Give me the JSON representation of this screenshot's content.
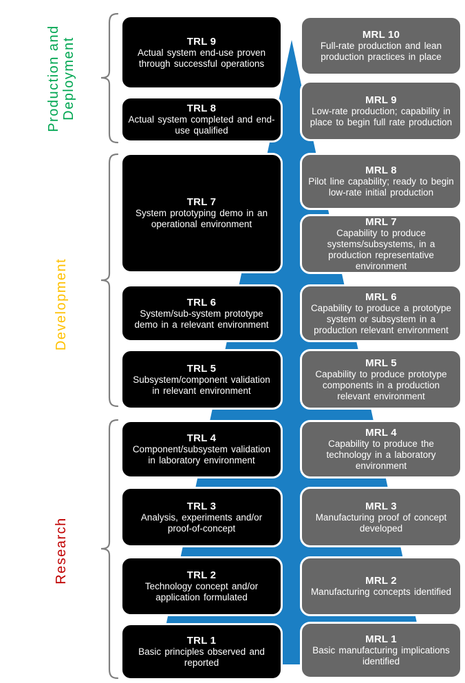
{
  "diagram": {
    "kind": "TRL-MRL readiness levels",
    "colors": {
      "arrow_blue": "#1B7FC4",
      "trl_box": "#000000",
      "mrl_box": "#676767",
      "box_border": "#FFFFFF",
      "bracket_gray": "#7F7F7F",
      "phase_production": "#00A651",
      "phase_development": "#FFC000",
      "phase_research": "#C00000"
    },
    "phases": [
      {
        "id": "production",
        "label": "Production and Deployment"
      },
      {
        "id": "development",
        "label": "Development"
      },
      {
        "id": "research",
        "label": "Research"
      }
    ],
    "trl_levels": [
      {
        "id": "trl-9",
        "title": "TRL 9",
        "desc": "Actual system end-use proven through successful operations"
      },
      {
        "id": "trl-8",
        "title": "TRL 8",
        "desc": "Actual system completed and end-use qualified"
      },
      {
        "id": "trl-7",
        "title": "TRL 7",
        "desc": "System prototyping demo in an operational environment"
      },
      {
        "id": "trl-6",
        "title": "TRL 6",
        "desc": "System/sub-system prototype demo in a relevant environment"
      },
      {
        "id": "trl-5",
        "title": "TRL 5",
        "desc": "Subsystem/component validation in relevant environment"
      },
      {
        "id": "trl-4",
        "title": "TRL 4",
        "desc": "Component/subsystem validation in laboratory environment"
      },
      {
        "id": "trl-3",
        "title": "TRL 3",
        "desc": "Analysis, experiments and/or proof-of-concept"
      },
      {
        "id": "trl-2",
        "title": "TRL 2",
        "desc": "Technology concept and/or application formulated"
      },
      {
        "id": "trl-1",
        "title": "TRL 1",
        "desc": "Basic principles observed and reported"
      }
    ],
    "mrl_levels": [
      {
        "id": "mrl-10",
        "title": "MRL 10",
        "desc": "Full-rate production and lean production practices in place"
      },
      {
        "id": "mrl-9",
        "title": "MRL 9",
        "desc": "Low-rate production; capability in place to begin full rate production"
      },
      {
        "id": "mrl-8",
        "title": "MRL 8",
        "desc": "Pilot line capability; ready to begin low-rate initial production"
      },
      {
        "id": "mrl-7",
        "title": "MRL 7",
        "desc": "Capability to produce systems/subsystems, in a production representative environment"
      },
      {
        "id": "mrl-6",
        "title": "MRL 6",
        "desc": "Capability to produce a prototype system or subsystem in a production relevant environment"
      },
      {
        "id": "mrl-5",
        "title": "MRL 5",
        "desc": "Capability to produce prototype components in a production relevant environment"
      },
      {
        "id": "mrl-4",
        "title": "MRL 4",
        "desc": "Capability to produce the technology in a laboratory environment"
      },
      {
        "id": "mrl-3",
        "title": "MRL 3",
        "desc": "Manufacturing proof of concept developed"
      },
      {
        "id": "mrl-2",
        "title": "MRL 2",
        "desc": "Manufacturing concepts identified"
      },
      {
        "id": "mrl-1",
        "title": "MRL 1",
        "desc": "Basic manufacturing implications identified"
      }
    ]
  }
}
